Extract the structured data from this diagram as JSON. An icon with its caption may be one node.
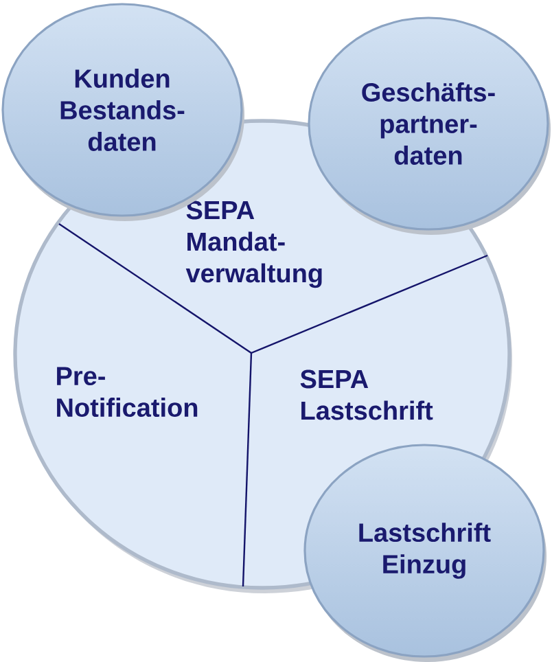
{
  "diagram": {
    "nodes": [
      {
        "text": [
          "Kunden Bestands-daten"
        ]
      },
      {
        "text": [
          "Geschäfts-partner-daten"
        ]
      },
      {
        "text": [
          "SEPA Mandat-verwaltung",
          "Pre-Notification",
          "SEPA Lastschrift"
        ]
      },
      {
        "text": [
          "Lastschrift Einzug"
        ]
      }
    ]
  }
}
